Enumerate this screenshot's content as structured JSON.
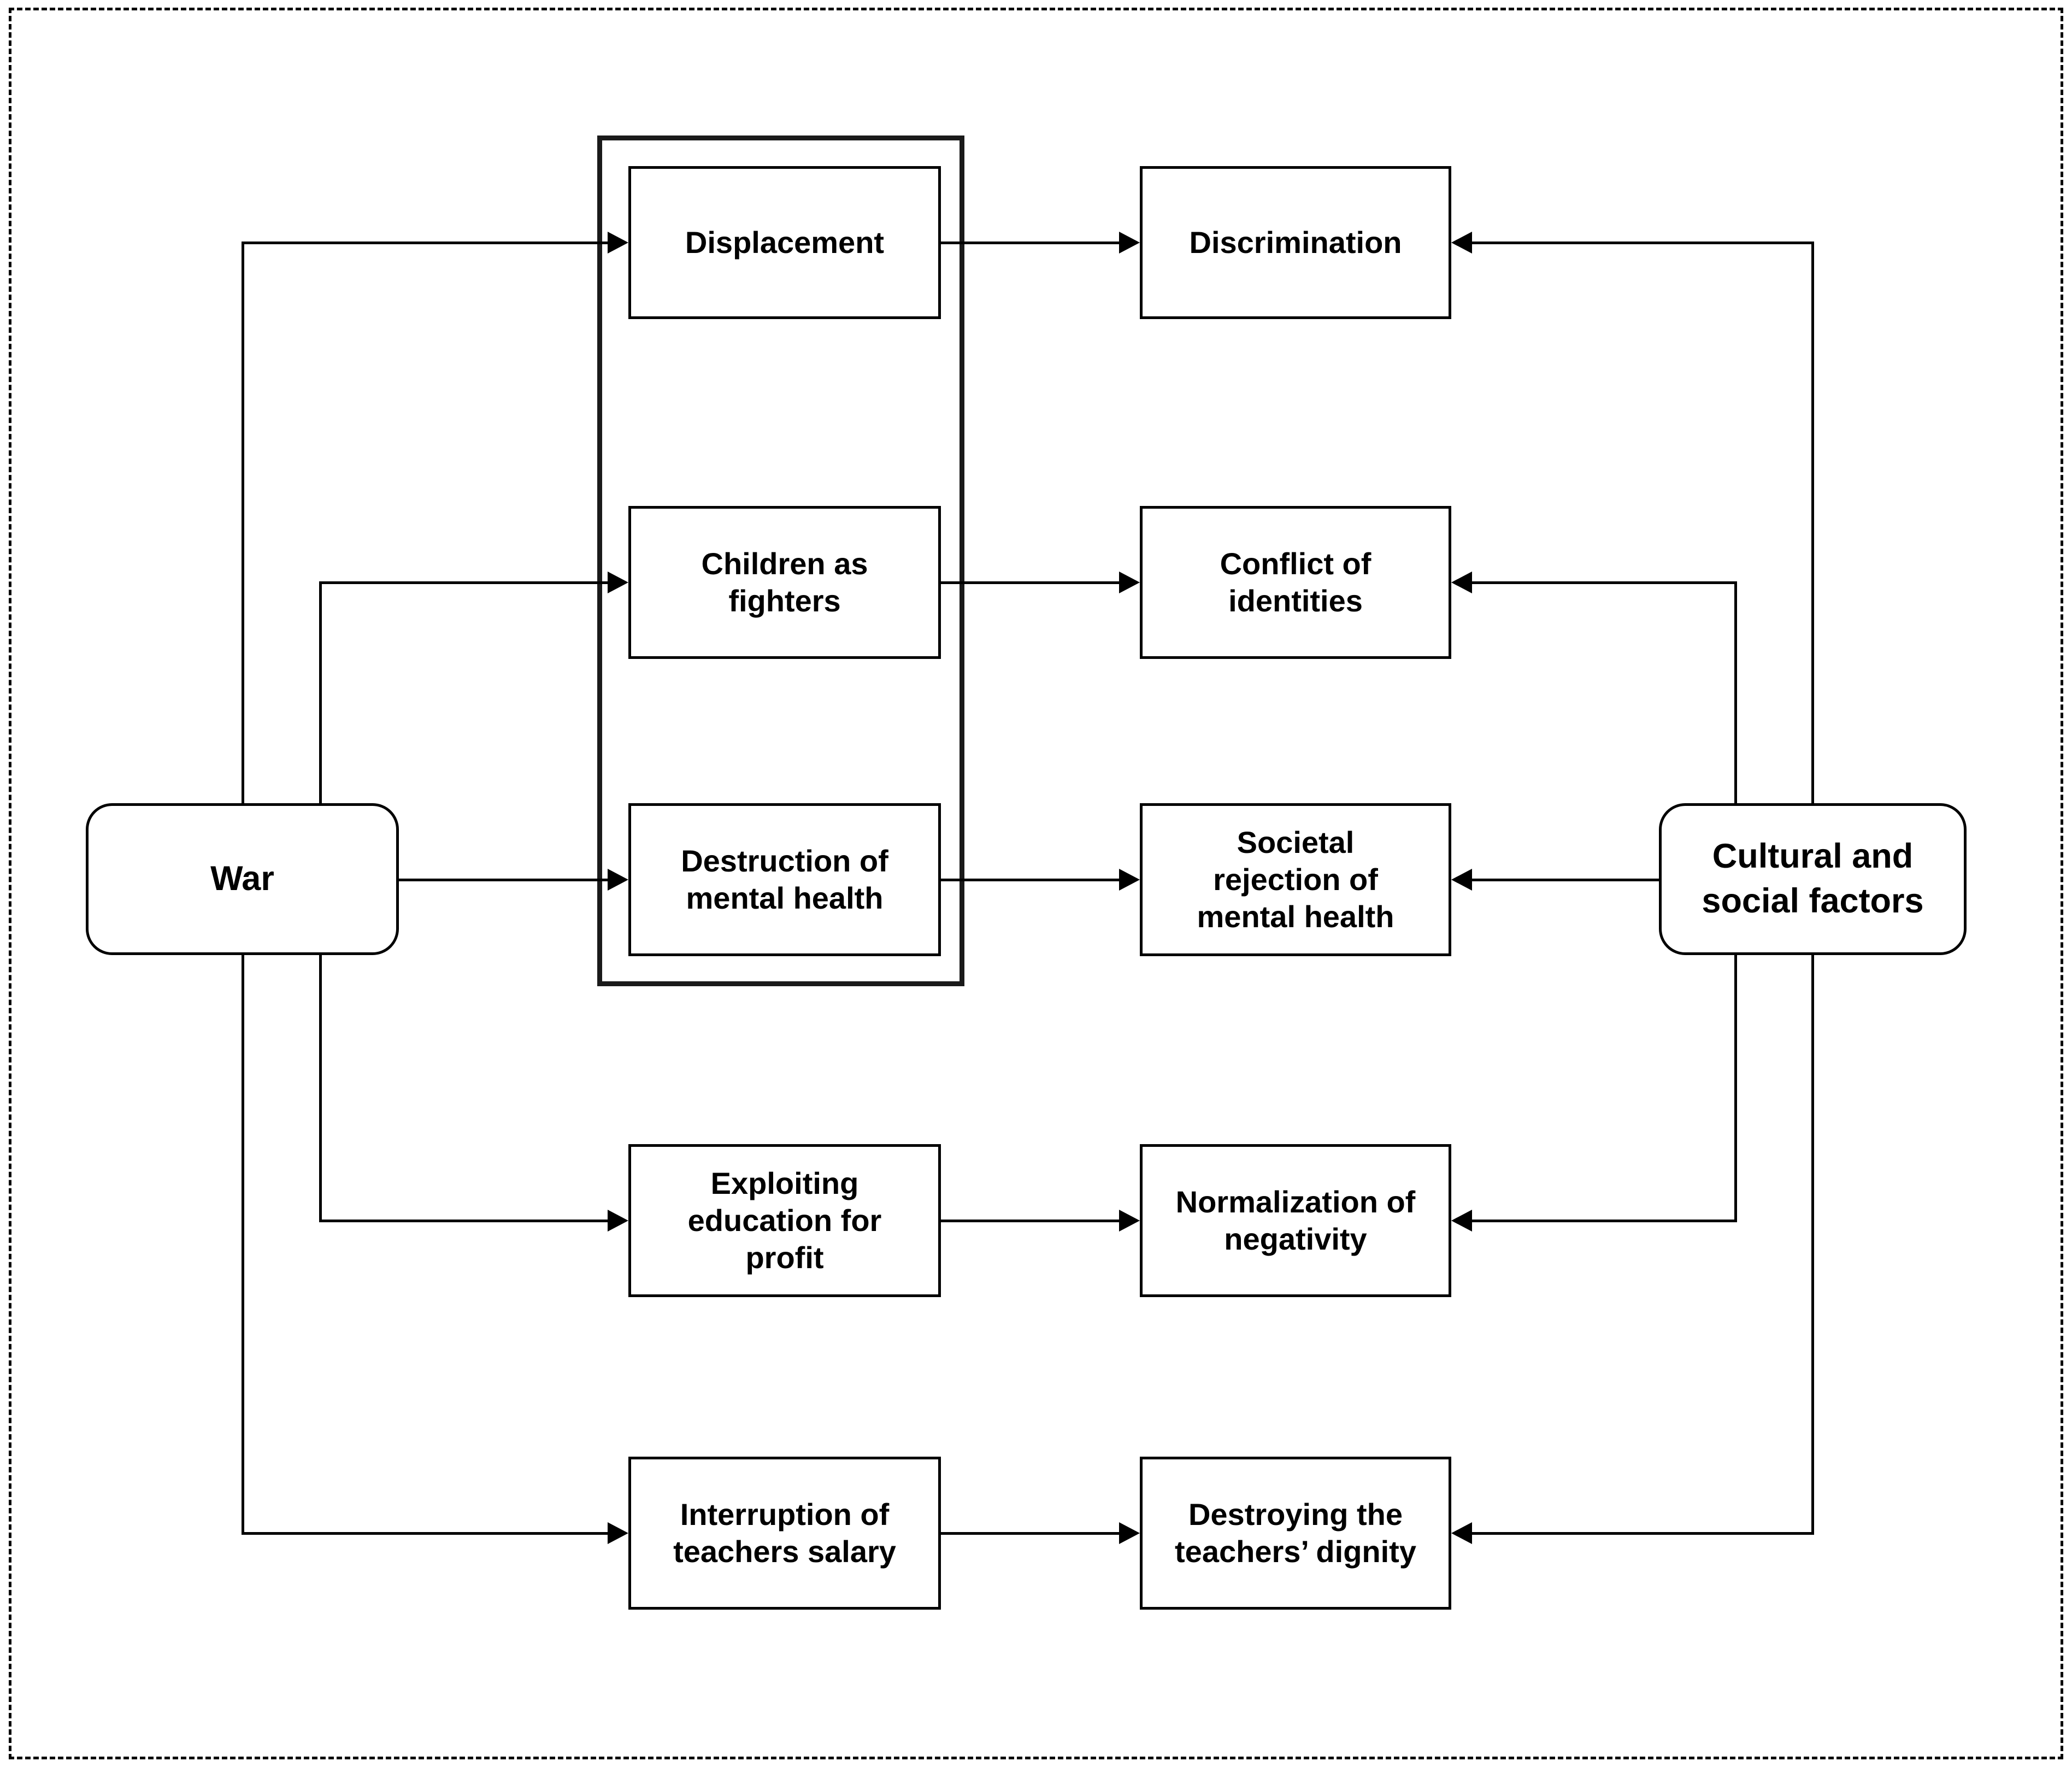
{
  "diagram": {
    "title": "",
    "background_color": "#ffffff",
    "line_color": "#000000",
    "text_color": "#000000",
    "nodes": {
      "war": {
        "label": "War",
        "shape": "rounded-rectangle"
      },
      "displacement": {
        "label": "Displacement",
        "shape": "rectangle",
        "grouped": true
      },
      "children_as_fighters": {
        "label": "Children as\nfighters",
        "shape": "rectangle",
        "grouped": true
      },
      "destruction_of_mental_health": {
        "label": "Destruction of\nmental health",
        "shape": "rectangle",
        "grouped": true
      },
      "exploiting_education_for_profit": {
        "label": "Exploiting\neducation for\nprofit",
        "shape": "rectangle",
        "grouped": false
      },
      "interruption_of_teachers_salary": {
        "label": "Interruption of\nteachers salary",
        "shape": "rectangle",
        "grouped": false
      },
      "discrimination": {
        "label": "Discrimination",
        "shape": "rectangle"
      },
      "conflict_of_identities": {
        "label": "Conflict of\nidentities",
        "shape": "rectangle"
      },
      "societal_rejection_of_mental_health": {
        "label": "Societal\nrejection of\nmental health",
        "shape": "rectangle"
      },
      "normalization_of_negativity": {
        "label": "Normalization of\nnegativity",
        "shape": "rectangle"
      },
      "destroying_the_teachers_dignity": {
        "label": "Destroying the\nteachers’ dignity",
        "shape": "rectangle"
      },
      "cultural_and_social_factors": {
        "label": "Cultural and\nsocial factors",
        "shape": "rounded-rectangle"
      }
    },
    "edges": [
      {
        "from": "war",
        "to": "displacement"
      },
      {
        "from": "war",
        "to": "children_as_fighters"
      },
      {
        "from": "war",
        "to": "destruction_of_mental_health"
      },
      {
        "from": "war",
        "to": "exploiting_education_for_profit"
      },
      {
        "from": "war",
        "to": "interruption_of_teachers_salary"
      },
      {
        "from": "displacement",
        "to": "discrimination"
      },
      {
        "from": "children_as_fighters",
        "to": "conflict_of_identities"
      },
      {
        "from": "destruction_of_mental_health",
        "to": "societal_rejection_of_mental_health"
      },
      {
        "from": "exploiting_education_for_profit",
        "to": "normalization_of_negativity"
      },
      {
        "from": "interruption_of_teachers_salary",
        "to": "destroying_the_teachers_dignity"
      },
      {
        "from": "cultural_and_social_factors",
        "to": "discrimination"
      },
      {
        "from": "cultural_and_social_factors",
        "to": "conflict_of_identities"
      },
      {
        "from": "cultural_and_social_factors",
        "to": "societal_rejection_of_mental_health"
      },
      {
        "from": "cultural_and_social_factors",
        "to": "normalization_of_negativity"
      },
      {
        "from": "cultural_and_social_factors",
        "to": "destroying_the_teachers_dignity"
      }
    ]
  }
}
